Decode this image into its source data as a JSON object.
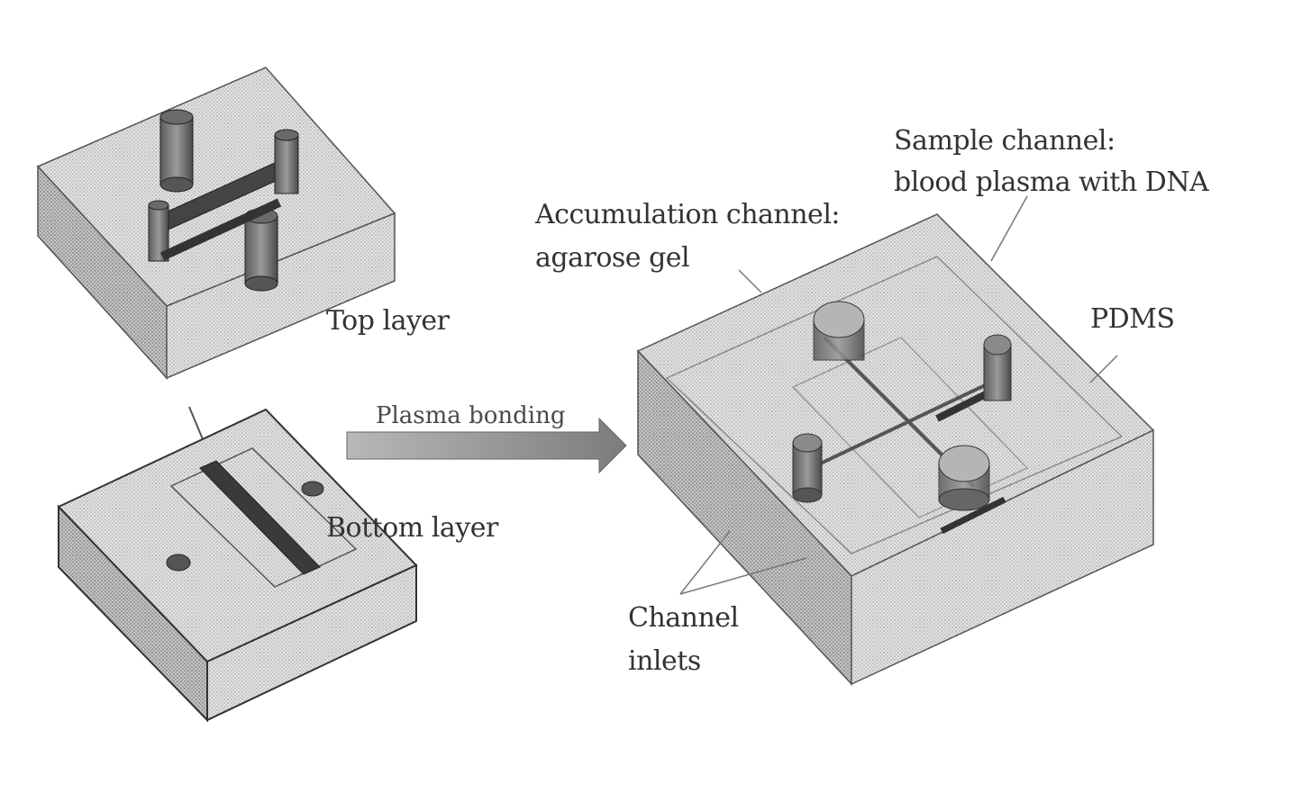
{
  "labels": {
    "top_layer": "Top layer",
    "bottom_layer": "Bottom layer",
    "plasma_bonding": "Plasma bonding",
    "sample_channel_line1": "Sample channel:",
    "sample_channel_line2": "blood plasma with DNA",
    "accumulation_line1": "Accumulation channel:",
    "accumulation_line2": "agarose gel",
    "pdms": "PDMS",
    "channel_inlets_line1": "Channel",
    "channel_inlets_line2": "inlets"
  },
  "colors": {
    "stroke": "#222222",
    "face_top": "#d9d9d9",
    "face_side": "#bdbdbd",
    "face_dark": "#8c8c8c",
    "post": "#6e6e6e",
    "channel": "#3a3a3a",
    "arrow": "#9a9a9a"
  }
}
